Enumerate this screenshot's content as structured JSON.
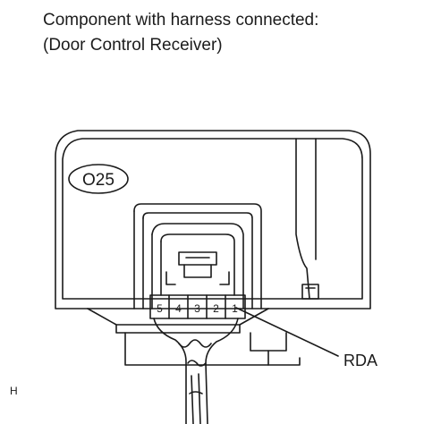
{
  "caption": {
    "line1": "Component with harness connected:",
    "line2": "(Door Control Receiver)"
  },
  "connector": {
    "code": "O25",
    "pins": [
      "5",
      "4",
      "3",
      "2",
      "1"
    ],
    "callout_label": "RDA"
  },
  "figure_mark": "H"
}
